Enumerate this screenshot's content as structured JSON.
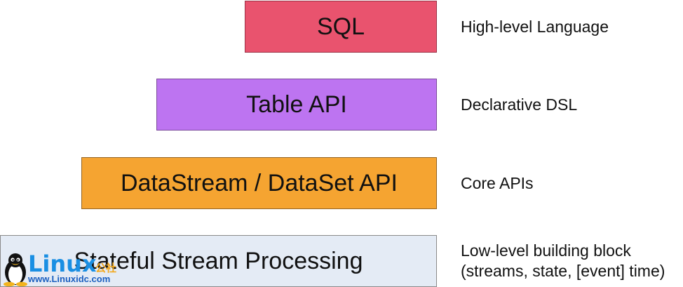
{
  "layers": [
    {
      "label": "SQL",
      "description": [
        "High-level Language"
      ],
      "fill": "#e9536e",
      "border": "#9b3347"
    },
    {
      "label": "Table API",
      "description": [
        "Declarative DSL"
      ],
      "fill": "#bd74f1",
      "border": "#7b4a9c"
    },
    {
      "label": "DataStream / DataSet API",
      "description": [
        "Core APIs"
      ],
      "fill": "#f5a431",
      "border": "#946422"
    },
    {
      "label": "Stateful Stream Processing",
      "description": [
        "Low-level building block",
        "(streams, state, [event] time)"
      ],
      "fill": "#e4ebf5",
      "border": "#8a8a8a"
    }
  ],
  "watermark": {
    "brand": "Linux",
    "brand_cn": "公社",
    "url": "www.Linuxidc.com",
    "icon": "penguin-icon"
  }
}
